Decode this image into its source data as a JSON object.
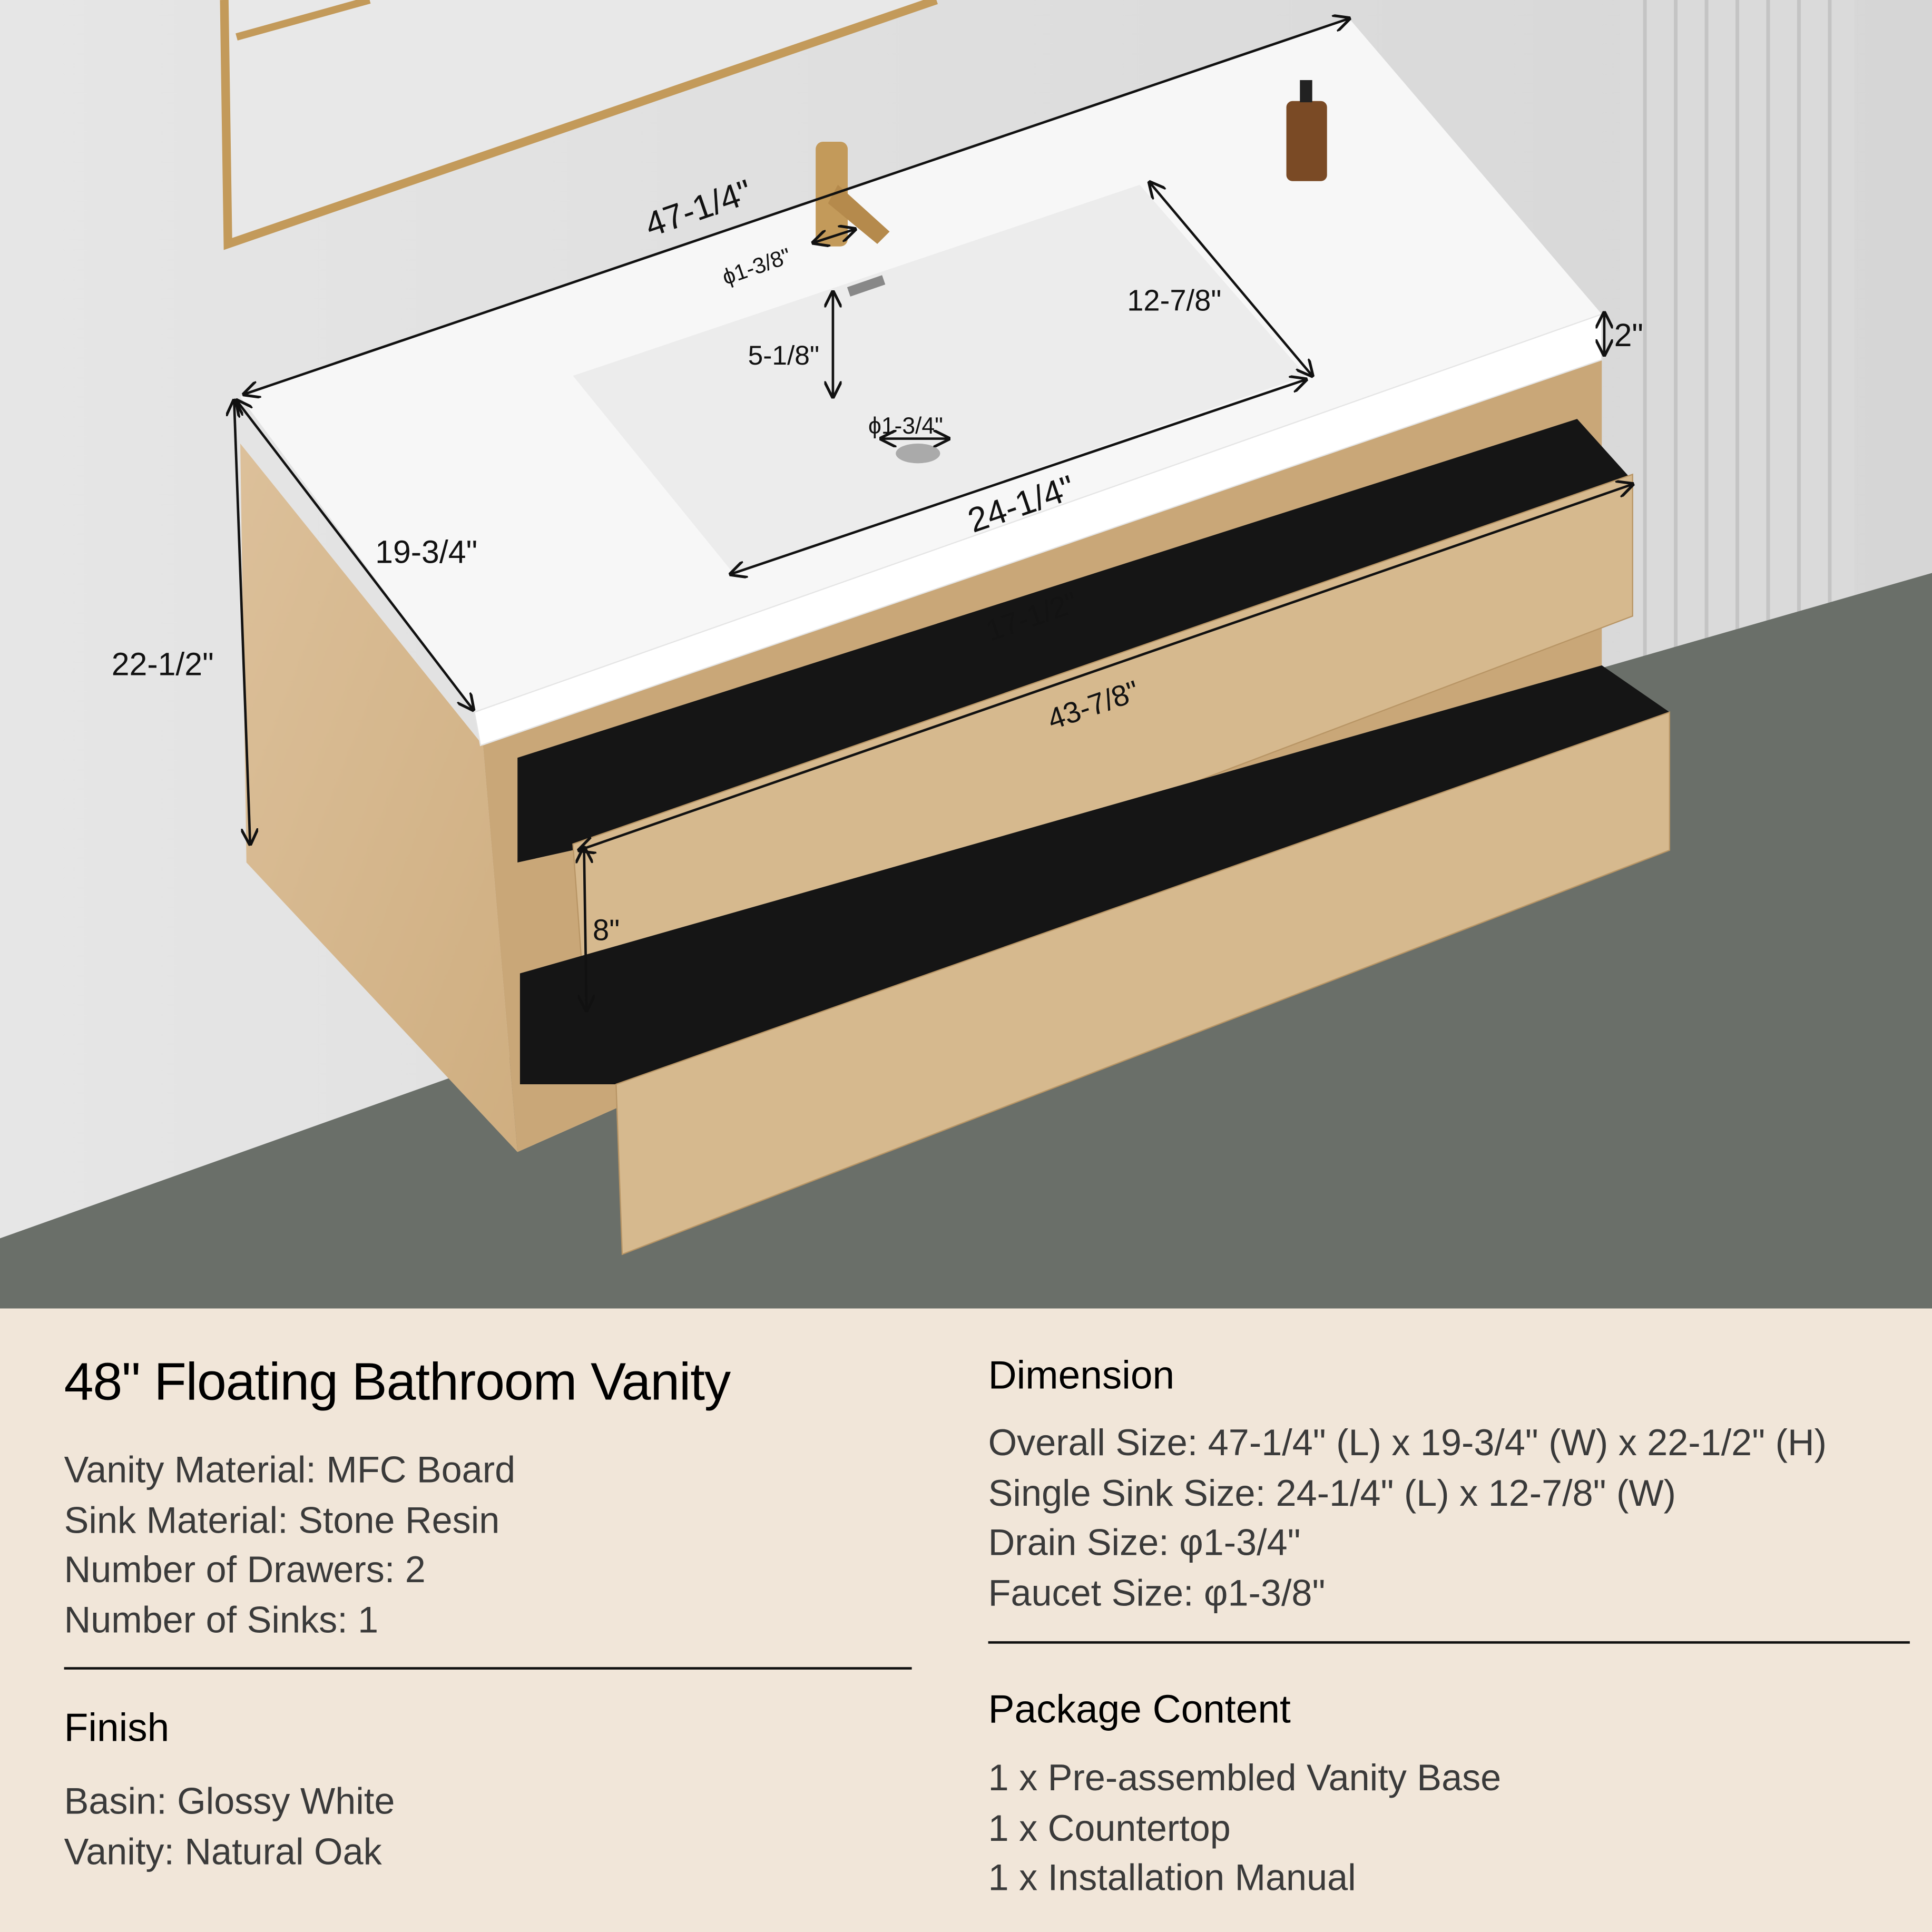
{
  "dimension_labels": {
    "overall_length": "47-1/4\"",
    "faucet_hole": "ϕ1-3/8\"",
    "sink_width": "12-7/8\"",
    "counter_thickness": "2\"",
    "faucet_to_drain_edge": "5-1/8\"",
    "drain_hole": "ϕ1-3/4\"",
    "sink_length": "24-1/4\"",
    "overall_width": "19-3/4\"",
    "overall_height": "22-1/2\"",
    "drawer_depth": "17-1/2\"",
    "drawer_width": "43-7/8\"",
    "drawer_height": "8\""
  },
  "colors": {
    "panel_bg": "#f1e6d9",
    "wood": "#d8b98c",
    "countertop": "#f7f7f7",
    "floor": "#6a6f69",
    "wall": "#e3e3e3",
    "brass": "#c39a5a"
  },
  "info": {
    "title": "48\" Floating Bathroom Vanity",
    "specs": [
      "Vanity Material: MFC Board",
      "Sink Material: Stone Resin",
      "Number of Drawers: 2",
      "Number of Sinks: 1"
    ],
    "finish": {
      "heading": "Finish",
      "items": [
        "Basin: Glossy White",
        "Vanity: Natural Oak"
      ]
    },
    "dimension": {
      "heading": "Dimension",
      "items": [
        "Overall Size: 47-1/4\" (L) x 19-3/4\" (W) x 22-1/2\" (H)",
        "Single Sink Size: 24-1/4\" (L) x 12-7/8\" (W)",
        "Drain Size: φ1-3/4\"",
        "Faucet Size: φ1-3/8\""
      ]
    },
    "package": {
      "heading": "Package Content",
      "items": [
        "1 x Pre-assembled Vanity Base",
        "1 x Countertop",
        "1 x Installation Manual"
      ]
    }
  }
}
